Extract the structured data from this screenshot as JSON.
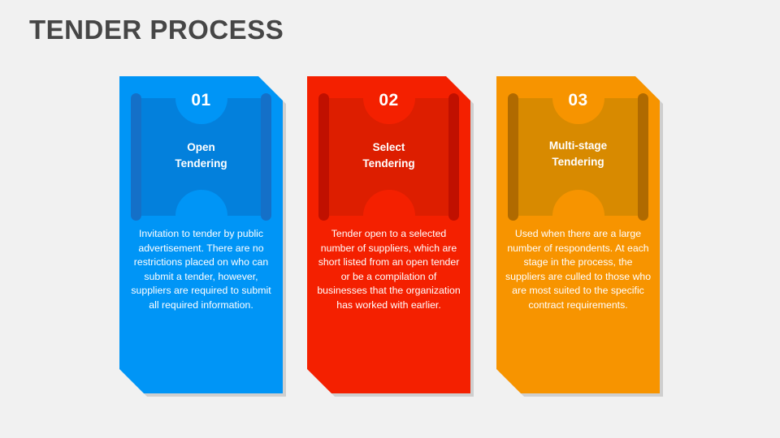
{
  "slide": {
    "title": "TENDER PROCESS",
    "background_color": "#f1f1f1",
    "title_color": "#464646"
  },
  "cards": [
    {
      "number": "01",
      "heading": "Open\nTendering",
      "description": "Invitation to tender by public advertisement. There are no restrictions placed on who can submit a tender, however, suppliers are required to submit all required information.",
      "base_color": "#0095F6",
      "panel_color": "#0380DC",
      "bar_color": "#1470C8",
      "shadow_color": "#c9c9c9"
    },
    {
      "number": "02",
      "heading": "Select\nTendering",
      "description": "Tender open to a selected number of suppliers, which are short listed from an open tender or be a compilation of businesses that the organization has worked with earlier.",
      "base_color": "#F42000",
      "panel_color": "#DD1E00",
      "bar_color": "#C01000",
      "shadow_color": "#c9c9c9"
    },
    {
      "number": "03",
      "heading": "Multi-stage\nTendering",
      "description": "Used when there are a large number of respondents. At each stage in the process, the suppliers are culled to those who are most suited to the specific contract requirements.",
      "base_color": "#F79400",
      "panel_color": "#D88A00",
      "bar_color": "#B06A00",
      "shadow_color": "#c9c9c9"
    }
  ]
}
